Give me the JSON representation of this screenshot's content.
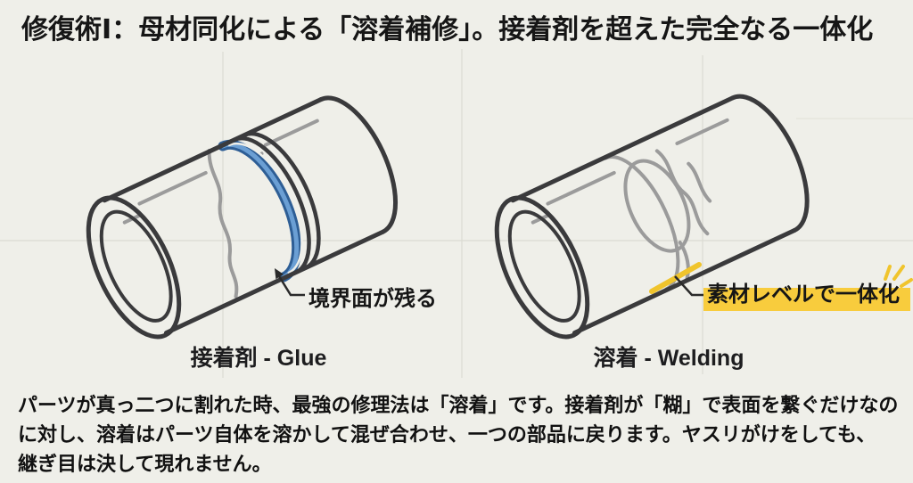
{
  "title": "修復術Ⅰ：母材同化による「溶着補修」。接着剤を超えた完全なる一体化",
  "glue_panel": {
    "caption": "接着剤 - Glue",
    "annotation": "境界面が残る"
  },
  "welding_panel": {
    "caption": "溶着 - Welding",
    "annotation": "素材レベルで一体化"
  },
  "description": {
    "line1": "パーツが真っ二つに割れた時、最強の修理法は「溶着」です。接着剤が「糊」で表面を繋ぐだけなの",
    "line2": "に対し、溶着はパーツ自体を溶かして混ぜ合わせ、一つの部品に戻ります。ヤスリがけをしても、",
    "line3": "継ぎ目は決して現れません。"
  },
  "colors": {
    "background": "#EFEFE9",
    "outline": "#3A3A3C",
    "ghost_gray": "#9B9B9B",
    "seam_blue_dark": "#2E5E95",
    "seam_blue_light": "#6B9FD4",
    "weld_yellow": "#F0C42C",
    "highlight_yellow": "#F8CC3D",
    "annotation_ink": "#2A2A2A",
    "text": "#161616"
  }
}
